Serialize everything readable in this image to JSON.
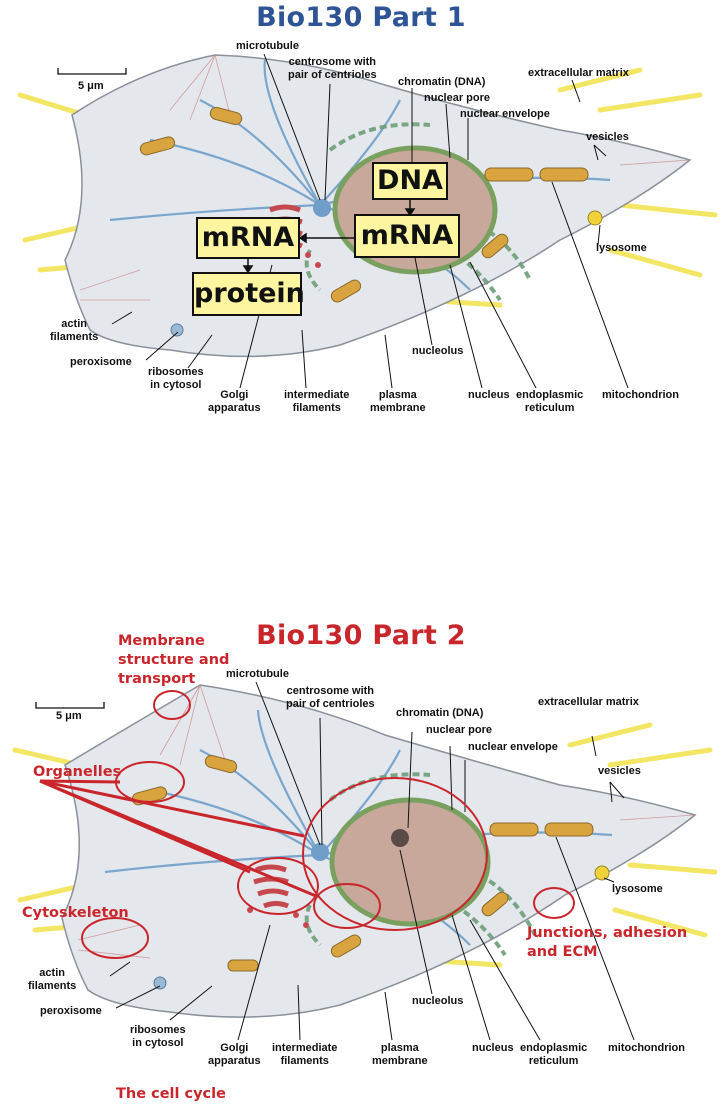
{
  "part1": {
    "title": "Bio130 Part 1",
    "scale_bar": "5 μm",
    "labels": {
      "microtubule": "microtubule",
      "centrosome_1": "centrosome with",
      "centrosome_2": "pair of centrioles",
      "chromatin": "chromatin (DNA)",
      "nuclear_pore": "nuclear pore",
      "nuclear_envelope": "nuclear envelope",
      "extracellular_matrix": "extracellular matrix",
      "vesicles": "vesicles",
      "lysosome": "lysosome",
      "actin_1": "actin",
      "actin_2": "filaments",
      "peroxisome": "peroxisome",
      "ribosomes_1": "ribosomes",
      "ribosomes_2": "in cytosol",
      "golgi_1": "Golgi",
      "golgi_2": "apparatus",
      "intermediate_1": "intermediate",
      "intermediate_2": "filaments",
      "plasma_1": "plasma",
      "plasma_2": "membrane",
      "nucleolus": "nucleolus",
      "nucleus": "nucleus",
      "er_1": "endoplasmic",
      "er_2": "reticulum",
      "mitochondrion": "mitochondrion"
    },
    "boxes": {
      "dna": "DNA",
      "mrna_nuclear": "mRNA",
      "mrna_cyto": "mRNA",
      "protein": "protein"
    }
  },
  "part2": {
    "title": "Bio130 Part 2",
    "scale_bar": "5 μm",
    "topics": {
      "membrane_1": "Membrane",
      "membrane_2": "structure and",
      "membrane_3": "transport",
      "organelles": "Organelles",
      "cytoskeleton": "Cytoskeleton",
      "junctions_1": "Junctions, adhesion",
      "junctions_2": "and ECM",
      "cell_cycle": "The cell cycle"
    },
    "labels": {
      "microtubule": "microtubule",
      "centrosome_1": "centrosome with",
      "centrosome_2": "pair of centrioles",
      "chromatin": "chromatin (DNA)",
      "nuclear_pore": "nuclear pore",
      "nuclear_envelope": "nuclear envelope",
      "extracellular_matrix": "extracellular matrix",
      "vesicles": "vesicles",
      "lysosome": "lysosome",
      "actin_1": "actin",
      "actin_2": "filaments",
      "peroxisome": "peroxisome",
      "ribosomes_1": "ribosomes",
      "ribosomes_2": "in cytosol",
      "golgi_1": "Golgi",
      "golgi_2": "apparatus",
      "intermediate_1": "intermediate",
      "intermediate_2": "filaments",
      "plasma_1": "plasma",
      "plasma_2": "membrane",
      "nucleolus": "nucleolus",
      "nucleus": "nucleus",
      "er_1": "endoplasmic",
      "er_2": "reticulum",
      "mitochondrion": "mitochondrion"
    }
  },
  "colors": {
    "title_blue": "#2f5496",
    "title_red": "#c9262c",
    "box_fill": "#fdf5a0",
    "cell_fill": "#e4e7ec",
    "ecm_yellow": "#f2e24a",
    "nucleus_fill": "#c9a89c",
    "mito_fill": "#d9a33f",
    "er_green": "#6e9e7a",
    "mt_blue": "#6f9ec9"
  }
}
